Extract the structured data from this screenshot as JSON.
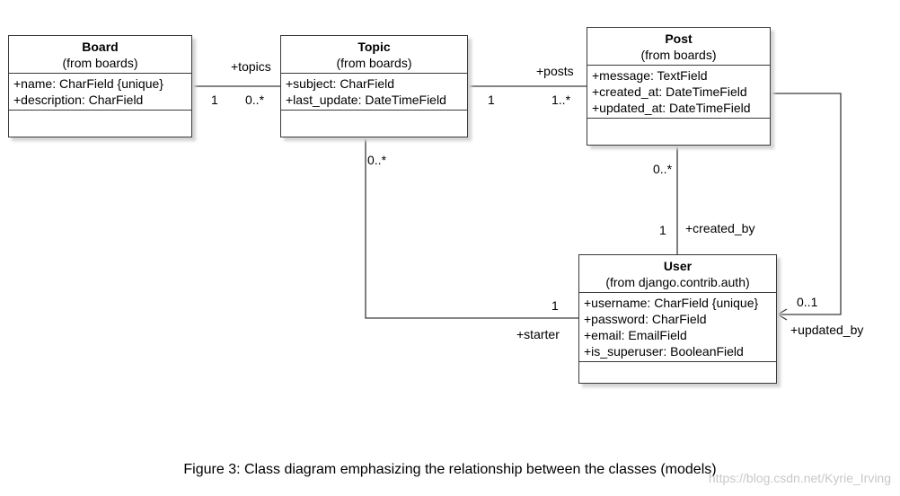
{
  "classes": {
    "board": {
      "name": "Board",
      "from": "(from boards)",
      "attrs": [
        "+name: CharField {unique}",
        "+description: CharField"
      ]
    },
    "topic": {
      "name": "Topic",
      "from": "(from boards)",
      "attrs": [
        "+subject: CharField",
        "+last_update: DateTimeField"
      ]
    },
    "post": {
      "name": "Post",
      "from": "(from boards)",
      "attrs": [
        "+message: TextField",
        "+created_at: DateTimeField",
        "+updated_at: DateTimeField"
      ]
    },
    "user": {
      "name": "User",
      "from": "(from django.contrib.auth)",
      "attrs": [
        "+username: CharField {unique}",
        "+password: CharField",
        "+email: EmailField",
        "+is_superuser: BooleanField"
      ]
    }
  },
  "relations": {
    "board_topic": {
      "role": "+topics",
      "source_mult": "1",
      "target_mult": "0..*"
    },
    "topic_post": {
      "role": "+posts",
      "source_mult": "1",
      "target_mult": "1..*"
    },
    "post_user": {
      "role": "+created_by",
      "source_mult": "0..*",
      "target_mult": "1"
    },
    "topic_user": {
      "role": "+starter",
      "source_mult": "0..*",
      "target_mult": "1"
    },
    "post_user_updated": {
      "role": "+updated_by",
      "target_mult": "0..1"
    }
  },
  "caption": "Figure 3: Class diagram emphasizing the relationship between the classes (models)",
  "watermark": "https://blog.csdn.net/Kyrie_Irving",
  "colors": {
    "line": "#3a3a3a",
    "shadow": "#d4d4d4",
    "watermark": "#c8c8c8"
  }
}
